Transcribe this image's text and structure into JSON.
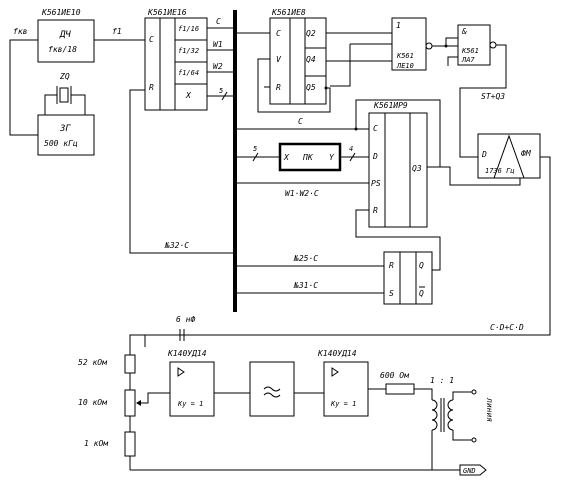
{
  "labels": {
    "ie10_top": "К561ИЕ10",
    "fkv": "fкв",
    "dch": "ДЧ",
    "fkv18": "fкв/18",
    "f1": "f1",
    "zq": "ZQ",
    "zg": "ЗГ",
    "zg_freq": "500 кГц",
    "ie16_title": "К561ИЕ16",
    "pin_c": "C",
    "pin_r": "R",
    "out_f16": "f1/16",
    "out_f32": "f1/32",
    "out_f64": "f1/64",
    "out_x": "X",
    "sig_c": "C",
    "sig_w1": "W1",
    "sig_w2": "W2",
    "bus5": "5",
    "ie8_title": "К561ИЕ8",
    "ie8_c": "C",
    "ie8_v": "V",
    "ie8_r": "R",
    "ie8_q2": "Q2",
    "ie8_q4": "Q4",
    "ie8_q5": "Q5",
    "and1_sym": "1",
    "and1_name1": "К561",
    "and1_name2": "ЛЕ10",
    "and2_sym": "&",
    "and2_name1": "К561",
    "and2_name2": "ЛА7",
    "stq3": "ST+Q3",
    "ir9_title": "К561ИР9",
    "ir9_c": "C",
    "ir9_d": "D",
    "ir9_ps": "PS",
    "ir9_r": "R",
    "ir9_q3": "Q3",
    "pk_x": "X",
    "pk_name": "ПК",
    "pk_y": "Y",
    "bus5b": "5",
    "bus4": "4",
    "sig_c2": "C",
    "w1w2c": "W1·W2·C",
    "fm_d": "D",
    "fm_name": "ФМ",
    "fm_freq": "1736 Гц",
    "n32c": "№32·C",
    "n25c": "№25·C",
    "n31c": "№31·C",
    "rs_r": "R",
    "rs_s": "S",
    "rs_q": "Q",
    "rs_qn": "Q",
    "cd_eq": "C·D+C·D",
    "cap": "6 нФ",
    "r52": "52 кОм",
    "r10": "10 кОм",
    "r1": "1 кОм",
    "ud14a": "К140УД14",
    "ud14b": "К140УД14",
    "ku1a": "Kу = 1",
    "ku1b": "Kу = 1",
    "r600": "600 Ом",
    "ratio": "1 : 1",
    "line": "линия",
    "gnd": "GND"
  }
}
